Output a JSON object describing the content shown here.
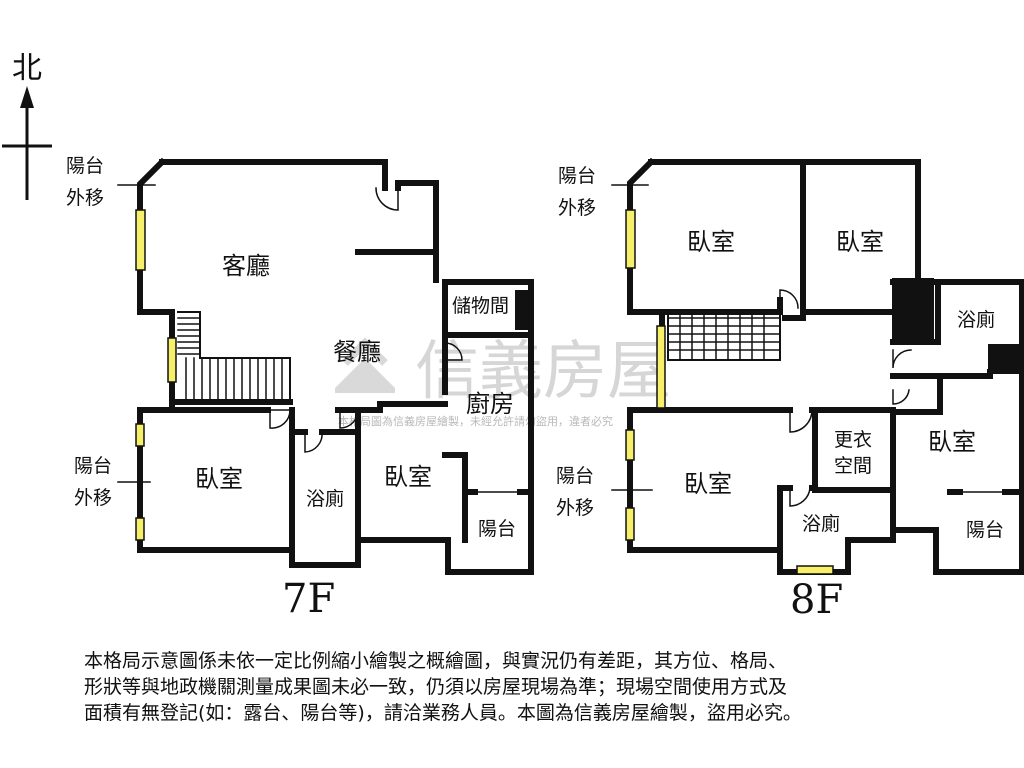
{
  "compass": {
    "north": "北"
  },
  "watermark": {
    "brand": "信義房屋",
    "note": "本格局圖為信義房屋繪製，未經允許請勿盜用，違者必究"
  },
  "floor_7f": {
    "label": "7F",
    "balcony_move_top": [
      "陽台",
      "外移"
    ],
    "balcony_move_bottom": [
      "陽台",
      "外移"
    ],
    "living_room": "客廳",
    "dining_room": "餐廳",
    "storage": "儲物間",
    "kitchen": "廚房",
    "bedroom_left": "臥室",
    "bathroom": "浴廁",
    "bedroom_right": "臥室",
    "balcony": "陽台"
  },
  "floor_8f": {
    "label": "8F",
    "balcony_move_top": [
      "陽台",
      "外移"
    ],
    "balcony_move_bottom": [
      "陽台",
      "外移"
    ],
    "bedroom_top_left": "臥室",
    "bedroom_top_right": "臥室",
    "bathroom_right": "浴廁",
    "bedroom_right": "臥室",
    "dressing_room": [
      "更衣",
      "空間"
    ],
    "bedroom_bottom_left": "臥室",
    "bathroom_bottom": "浴廁",
    "balcony": "陽台"
  },
  "disclaimer": [
    "本格局示意圖係未依一定比例縮小繪製之概繪圖，與實況仍有差距，其方位、格局、",
    "形狀等與地政機關測量成果圖未必一致，仍須以房屋現場為準；現場空間使用方式及",
    "面積有無登記(如：露台、陽台等)，請洽業務人員。本圖為信義房屋繪製，盜用必究。"
  ]
}
